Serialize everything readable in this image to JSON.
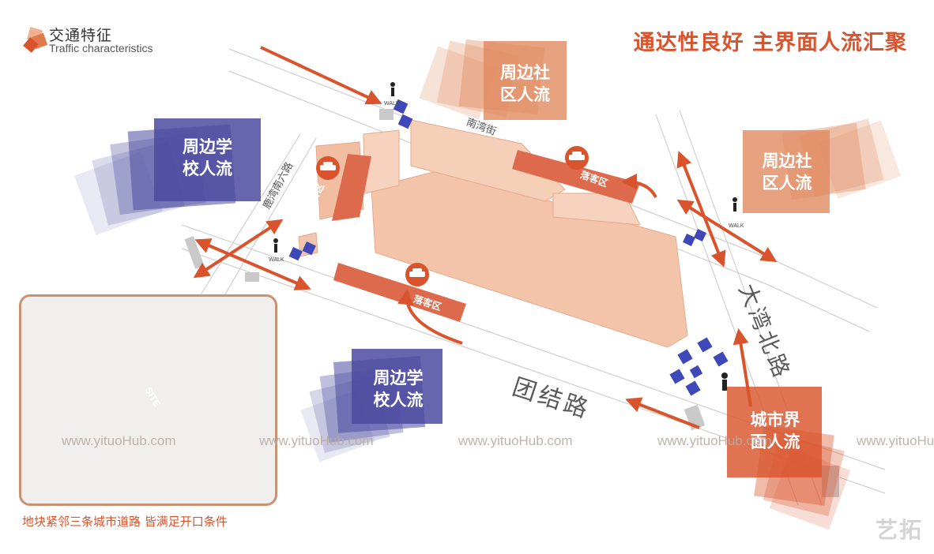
{
  "header": {
    "title_cn": "交通特征",
    "title_en": "Traffic characteristics"
  },
  "headline": "通达性良好 主界面人流汇聚",
  "bubbles": {
    "school_north": [
      "周边学",
      "校人流"
    ],
    "school_south": [
      "周边学",
      "校人流"
    ],
    "community_north": [
      "周边社",
      "区人流"
    ],
    "community_east": [
      "周边社",
      "区人流"
    ],
    "city_front": [
      "城市界",
      "面人流"
    ]
  },
  "streets": {
    "north": "南湾街",
    "west": "鹿湾南六路",
    "south": "团结路",
    "east": "大湾北路"
  },
  "drop_zone_label": "落客区",
  "walk_label": "WALK",
  "inset": {
    "site_label": "SITE"
  },
  "caption": "地块紧邻三条城市道路 皆满足开口条件",
  "watermark": "www.yituoHub.com",
  "brand": "艺拓",
  "colors": {
    "accent": "#d9542c",
    "school": "#4b4aa0",
    "community": "#e08a5f",
    "city": "#d9542c",
    "building": "#f0b89a",
    "pedestrian_marker": "#3f48b8"
  }
}
